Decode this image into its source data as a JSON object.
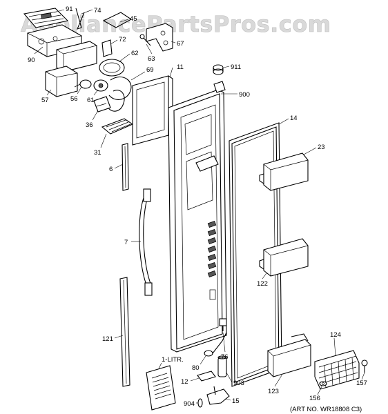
{
  "watermark": "AppliancePartsPros.com",
  "art_number": "(ART NO. WR18808 C3)",
  "callouts": {
    "c91": "91",
    "c74": "74",
    "c45": "45",
    "c90": "90",
    "c72": "72",
    "c67": "67",
    "c63": "63",
    "c62": "62",
    "c57": "57",
    "c56": "56",
    "c61": "61",
    "c69": "69",
    "c36": "36",
    "c31": "31",
    "c11": "11",
    "c911": "911",
    "c900": "900",
    "c14": "14",
    "c23": "23",
    "c6": "6",
    "c7": "7",
    "c122": "122",
    "c121": "121",
    "c76": "76",
    "c80": "80",
    "c1litr": "1-LITR.",
    "c12": "12",
    "c903": "903",
    "c904": "904",
    "c15": "15",
    "c123": "123",
    "c124": "124",
    "c156": "156",
    "c157": "157"
  }
}
